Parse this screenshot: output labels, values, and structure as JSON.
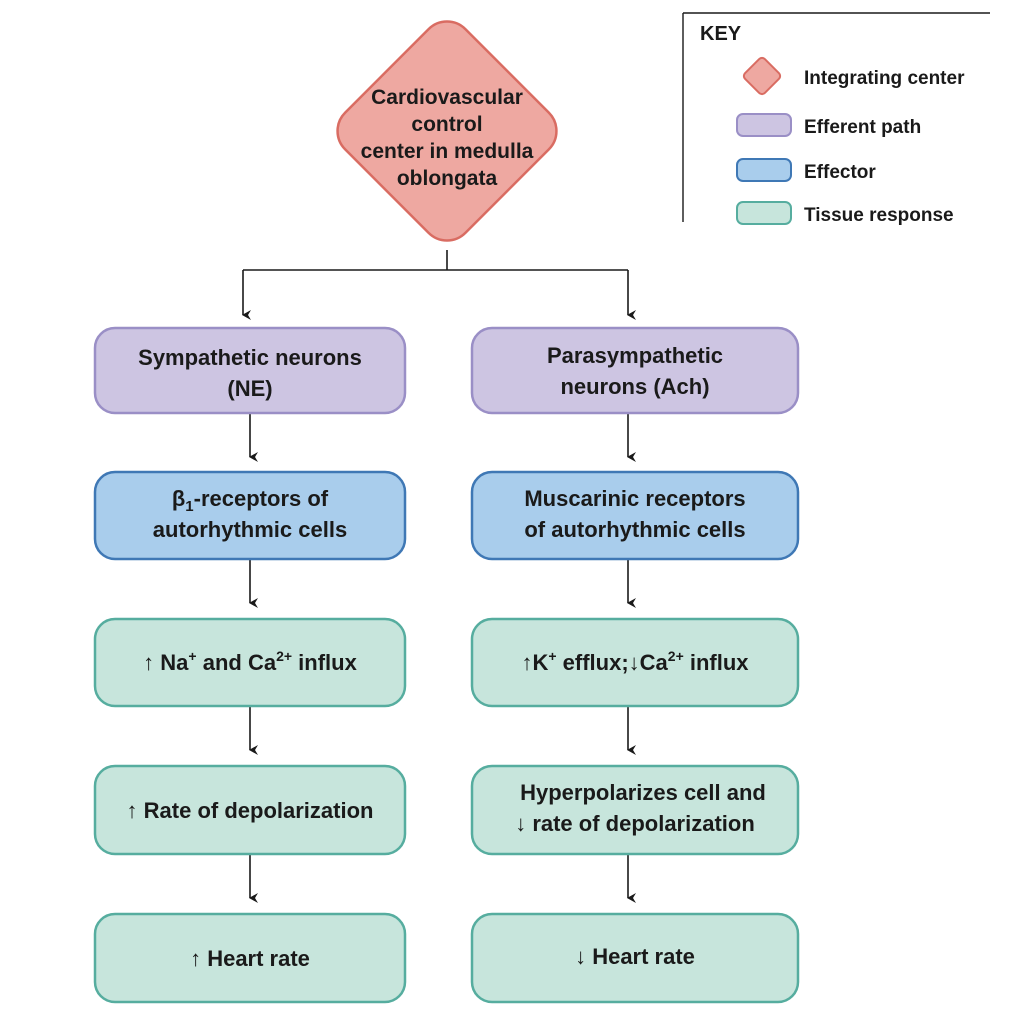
{
  "integrating_center": {
    "label_lines": [
      "Cardiovascular",
      "control",
      "center in medulla",
      "oblongata"
    ]
  },
  "sympathetic": {
    "efferent_lines": [
      "Sympathetic neurons",
      "(NE)"
    ],
    "effector_receptor_symbol": "β",
    "effector_receptor_subscript": "1",
    "effector_line1_rest": "-receptors of",
    "effector_line2": "autorhythmic cells",
    "response1": {
      "arrow": "↑",
      "ion1": "Na",
      "ion1_charge": "+",
      "middle": " and Ca",
      "ion2_charge": "2+",
      "end": " influx"
    },
    "response2": {
      "arrow": "↑",
      "text": "Rate of depolarization"
    },
    "response3": {
      "arrow": "↑",
      "text": "Heart rate"
    }
  },
  "parasympathetic": {
    "efferent_lines": [
      "Parasympathetic",
      "neurons (Ach)"
    ],
    "effector_lines": [
      "Muscarinic receptors",
      "of autorhythmic cells"
    ],
    "response1": {
      "arrow1": "↑",
      "ion1": "K",
      "ion1_charge": "+",
      "middle": " efflux;",
      "arrow2": "↓",
      "ion2": "Ca",
      "ion2_charge": "2+",
      "end": " influx"
    },
    "response2": {
      "line1": "Hyperpolarizes cell and",
      "arrow": "↓",
      "line2": "rate of depolarization"
    },
    "response3": {
      "arrow": "↓",
      "text": "Heart rate"
    }
  },
  "key": {
    "title": "KEY",
    "items": [
      {
        "label": "Integrating center",
        "fill": "#eea8a1",
        "stroke": "#d96c62"
      },
      {
        "label": "Efferent path",
        "fill": "#cdc5e2",
        "stroke": "#9a8fc6"
      },
      {
        "label": "Effector",
        "fill": "#a9cdec",
        "stroke": "#3f78b5"
      },
      {
        "label": "Tissue response",
        "fill": "#c7e5dc",
        "stroke": "#56ad9f"
      }
    ]
  },
  "colors": {
    "integrating_fill": "#eea8a1",
    "integrating_stroke": "#d96c62",
    "efferent_fill": "#cdc5e2",
    "efferent_stroke": "#9a8fc6",
    "effector_fill": "#a9cdec",
    "effector_stroke": "#3f78b5",
    "response_fill": "#c7e5dc",
    "response_stroke": "#56ad9f"
  }
}
